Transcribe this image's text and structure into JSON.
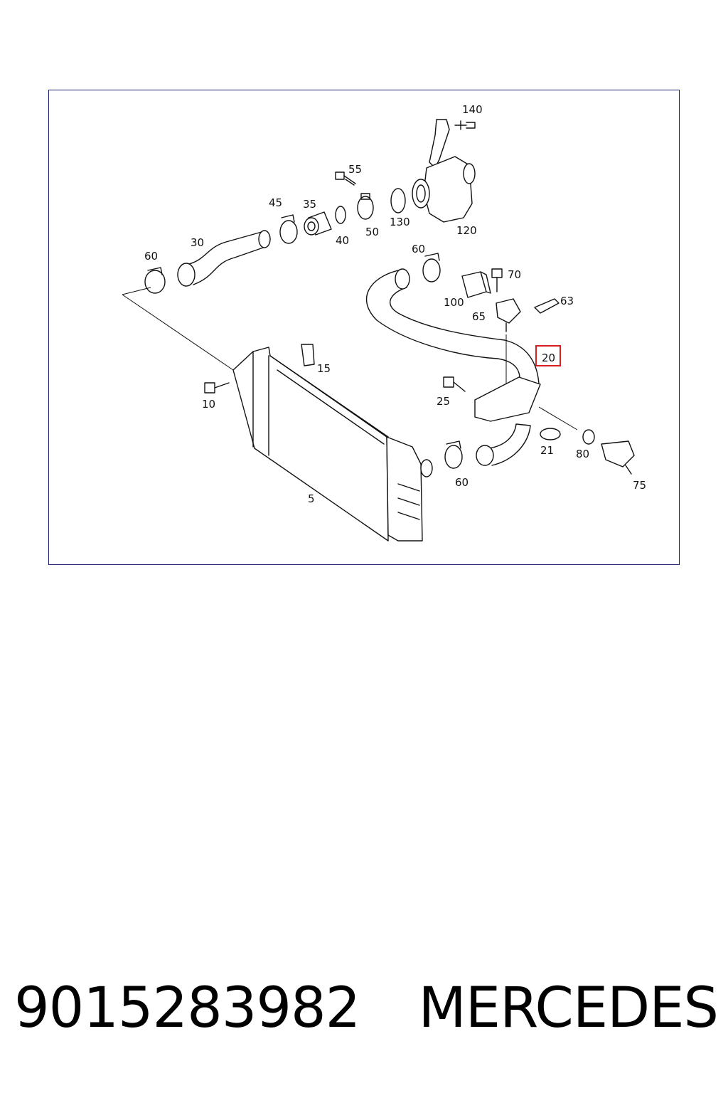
{
  "diagram": {
    "callouts": [
      {
        "id": "c140",
        "text": "140"
      },
      {
        "id": "c55",
        "text": "55"
      },
      {
        "id": "c45",
        "text": "45"
      },
      {
        "id": "c35",
        "text": "35"
      },
      {
        "id": "c40",
        "text": "40"
      },
      {
        "id": "c50",
        "text": "50"
      },
      {
        "id": "c130",
        "text": "130"
      },
      {
        "id": "c120",
        "text": "120"
      },
      {
        "id": "c30",
        "text": "30"
      },
      {
        "id": "c60a",
        "text": "60"
      },
      {
        "id": "c60b",
        "text": "60"
      },
      {
        "id": "c70",
        "text": "70"
      },
      {
        "id": "c100",
        "text": "100"
      },
      {
        "id": "c65",
        "text": "65"
      },
      {
        "id": "c63",
        "text": "63"
      },
      {
        "id": "c20",
        "text": "20"
      },
      {
        "id": "c15",
        "text": "15"
      },
      {
        "id": "c10",
        "text": "10"
      },
      {
        "id": "c25",
        "text": "25"
      },
      {
        "id": "c21",
        "text": "21"
      },
      {
        "id": "c80",
        "text": "80"
      },
      {
        "id": "c75",
        "text": "75"
      },
      {
        "id": "c60c",
        "text": "60"
      },
      {
        "id": "c5",
        "text": "5"
      }
    ],
    "highlight_color": "#d42020",
    "line_color": "#111111",
    "frame_color": "#1a1a6e"
  },
  "caption": {
    "part_number": "9015283982",
    "brand": "MERCEDES"
  }
}
